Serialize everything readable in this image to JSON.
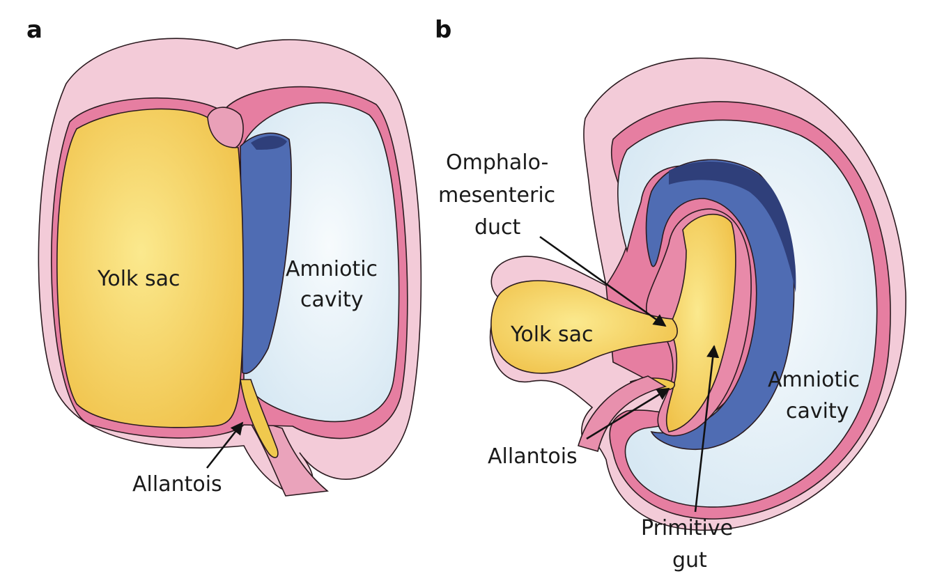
{
  "panel_a": {
    "letter": "a",
    "labels": {
      "yolk_sac": "Yolk sac",
      "amniotic_line1": "Amniotic",
      "amniotic_line2": "cavity",
      "allantois": "Allantois"
    }
  },
  "panel_b": {
    "letter": "b",
    "labels": {
      "omphalo_line1": "Omphalo-",
      "omphalo_line2": "mesenteric",
      "omphalo_line3": "duct",
      "yolk_sac": "Yolk sac",
      "amniotic_line1": "Amniotic",
      "amniotic_line2": "cavity",
      "allantois": "Allantois",
      "primitive_line1": "Primitive",
      "primitive_line2": "gut"
    }
  },
  "colors": {
    "chorion": "#f2c6d3",
    "mesoderm": "#d9628c",
    "yolk": "#f6d65c",
    "amnion_fluid": "#e9f2f8",
    "embryo_blue": "#4f6fb5",
    "embryo_dark": "#2f3f7a"
  }
}
